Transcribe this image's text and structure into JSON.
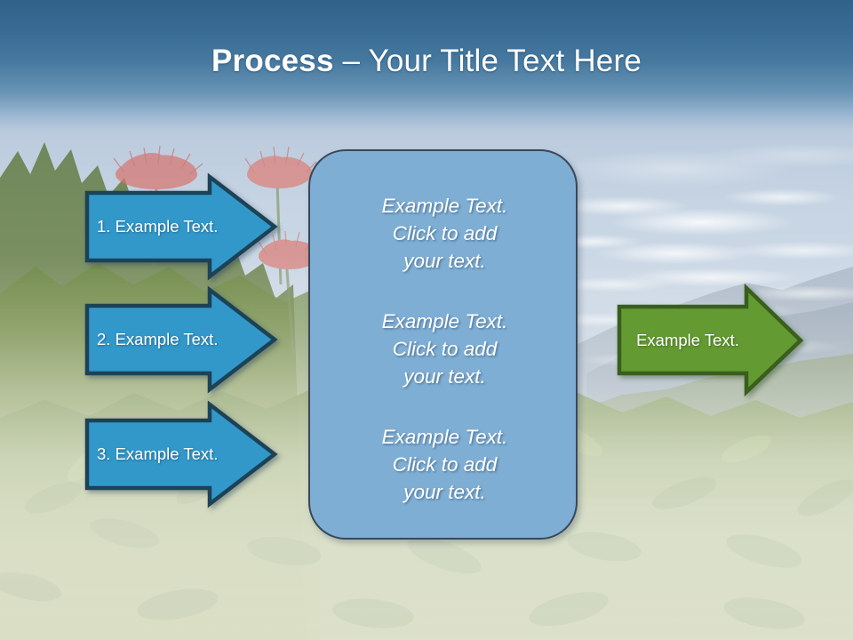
{
  "slide": {
    "title_bold": "Process",
    "title_rest": " – Your Title Text Here",
    "background": {
      "description": "washed-out photo of tropical foliage with red flowers, mountain ridge and cloudy sky",
      "top_banner_color": "#2D5F87",
      "sky_color": "#C6D4E3",
      "foliage_color": "#B9C08A"
    }
  },
  "steps": [
    {
      "label": "1. Example Text.",
      "fill": "#3398CA",
      "stroke": "#1F4257"
    },
    {
      "label": "2. Example Text.",
      "fill": "#3398CA",
      "stroke": "#1F4257"
    },
    {
      "label": "3. Example Text.",
      "fill": "#3398CA",
      "stroke": "#1F4257"
    }
  ],
  "center_panel": {
    "fill": "#7FAED4",
    "stroke": "#39475A",
    "blocks": [
      {
        "line1": "Example Text.",
        "line2": "Click  to add",
        "line3": "your text."
      },
      {
        "line1": "Example Text.",
        "line2": "Click  to add",
        "line3": "your text."
      },
      {
        "line1": "Example Text.",
        "line2": "Click  to add",
        "line3": "your text."
      }
    ]
  },
  "result": {
    "label": "Example Text.",
    "fill": "#649A33",
    "stroke": "#395E1F"
  }
}
